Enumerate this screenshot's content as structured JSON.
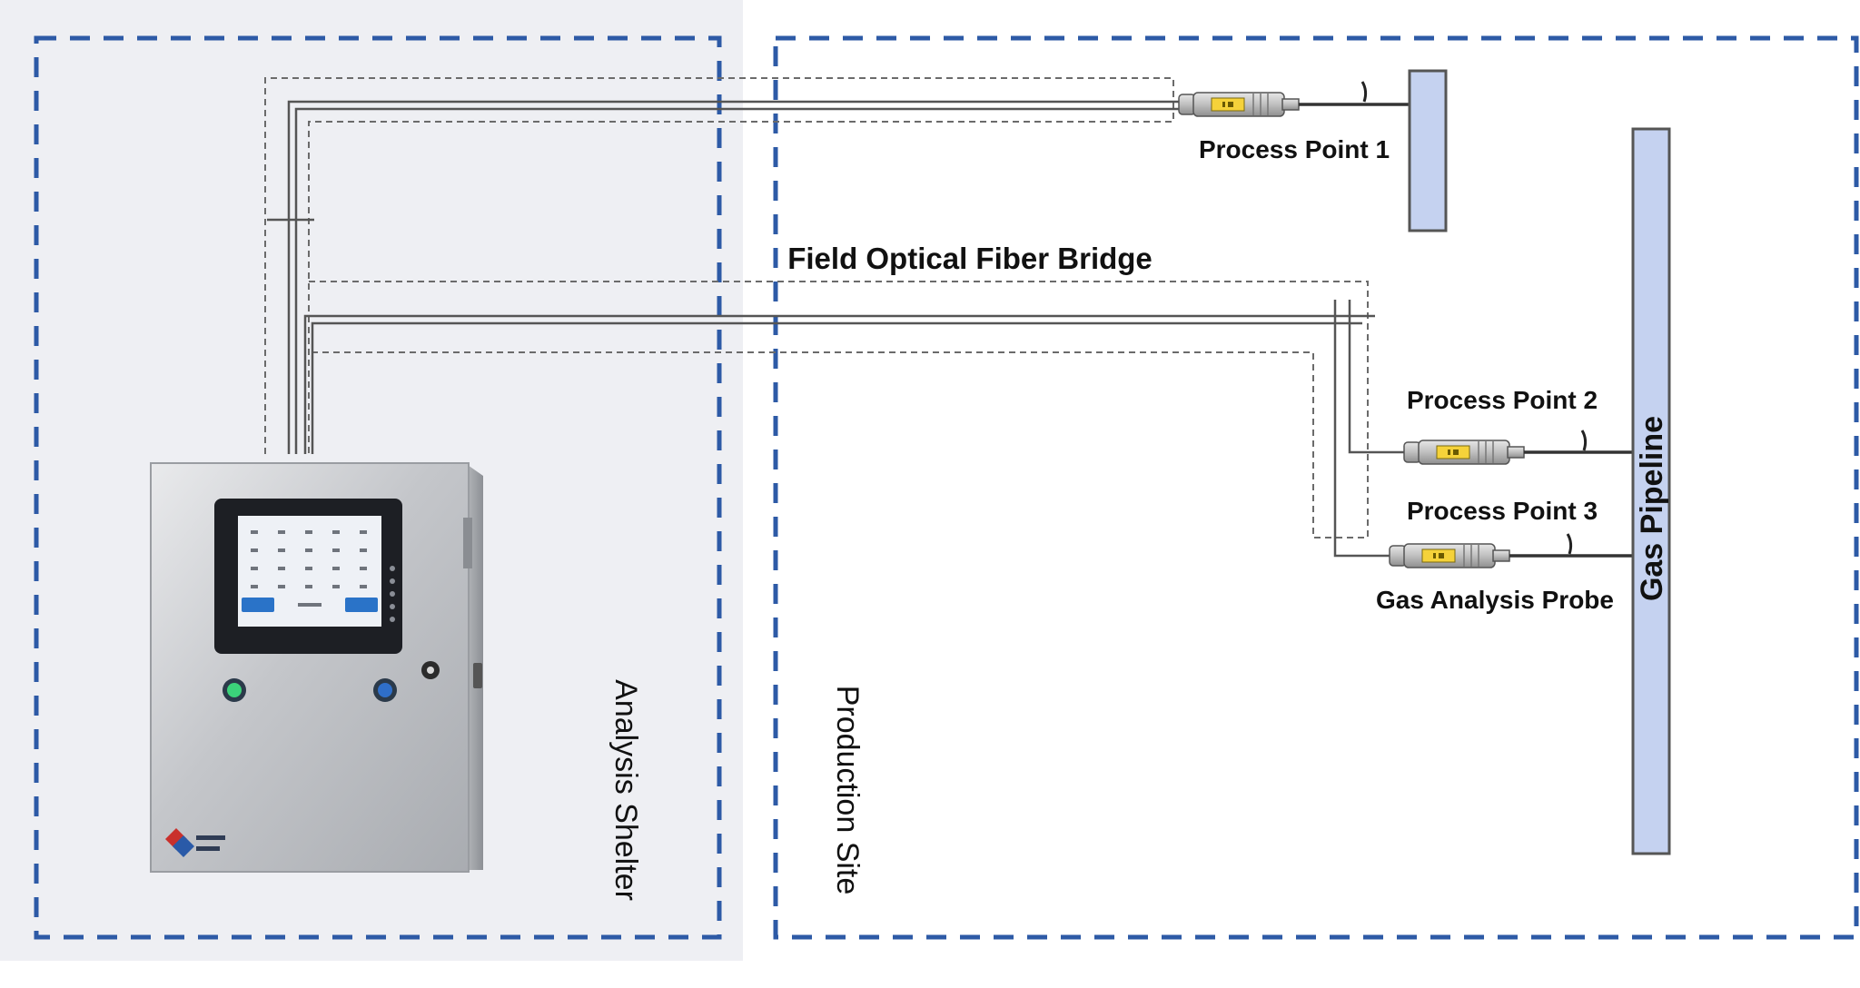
{
  "zones": {
    "shelter_label": "Analysis Shelter",
    "site_label": "Production Site"
  },
  "bridge": {
    "label": "Field Optical Fiber Bridge"
  },
  "points": [
    {
      "label": "Process Point 1"
    },
    {
      "label": "Process Point 2"
    },
    {
      "label": "Process Point 3"
    }
  ],
  "probe": {
    "label": "Gas Analysis Probe"
  },
  "pipeline": {
    "label": "Gas Pipeline"
  },
  "colors": {
    "zone_border": "#2d5aa6",
    "pipe_fill": "#c5d2f0",
    "shelter_bg": "#eeeff3",
    "cabinet": "#c9cbcf",
    "probe_yellow": "#f5d23a",
    "button_green": "#3bd37a",
    "button_blue": "#2f6fc9",
    "screen_button": "#2a73c8"
  }
}
